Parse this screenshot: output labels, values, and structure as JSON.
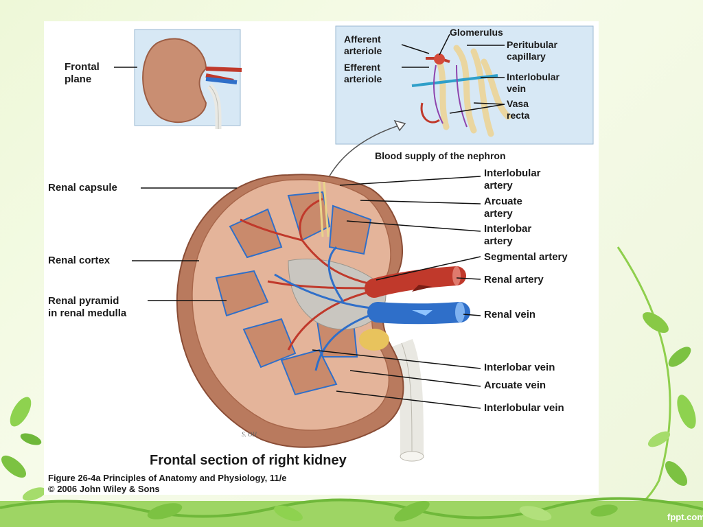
{
  "figure": {
    "title": "Frontal section of right kidney",
    "caption_line1": "Figure 26-4a  Principles of Anatomy and Physiology, 11/e",
    "caption_line2": "© 2006 John Wiley & Sons",
    "signature": "S. OH"
  },
  "inset_kidney": {
    "label_line1": "Frontal",
    "label_line2": "plane"
  },
  "nephron_inset": {
    "title": "Blood supply of the nephron",
    "afferent_line1": "Afferent",
    "afferent_line2": "arteriole",
    "efferent_line1": "Efferent",
    "efferent_line2": "arteriole",
    "glomerulus": "Glomerulus",
    "peritubular_line1": "Peritubular",
    "peritubular_line2": "capillary",
    "interlobular_vein_line1": "Interlobular",
    "interlobular_vein_line2": "vein",
    "vasa_line1": "Vasa",
    "vasa_line2": "recta"
  },
  "left_labels": {
    "renal_capsule": "Renal capsule",
    "renal_cortex": "Renal cortex",
    "pyramid_line1": "Renal pyramid",
    "pyramid_line2": "in renal medulla"
  },
  "right_labels": {
    "interlobular_artery_line1": "Interlobular",
    "interlobular_artery_line2": "artery",
    "arcuate_artery_line1": "Arcuate",
    "arcuate_artery_line2": "artery",
    "interlobar_artery_line1": "Interlobar",
    "interlobar_artery_line2": "artery",
    "segmental_artery": "Segmental artery",
    "renal_artery": "Renal artery",
    "renal_vein": "Renal vein",
    "interlobar_vein": "Interlobar vein",
    "arcuate_vein": "Arcuate vein",
    "interlobular_vein": "Interlobular vein"
  },
  "branding": {
    "site": "fppt.com"
  },
  "colors": {
    "kidney": "#c98e72",
    "kidney_dark": "#9c5d44",
    "artery": "#c0392b",
    "vein": "#2f6fc9",
    "leaf": "#7cc242",
    "bar": "#7cbf3a"
  }
}
